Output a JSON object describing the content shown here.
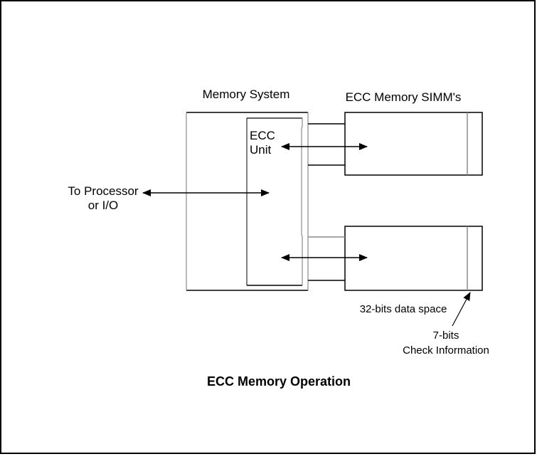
{
  "diagram": {
    "title": "ECC Memory Operation",
    "labels": {
      "memory_system": "Memory System",
      "ecc_simms": "ECC Memory SIMM's",
      "ecc_unit_line1": "ECC",
      "ecc_unit_line2": "Unit",
      "processor_line1": "To Processor",
      "processor_line2": "or I/O",
      "data_space": "32-bits data space",
      "check_bits_line1": "7-bits",
      "check_bits_line2": "Check Information"
    },
    "colors": {
      "line": "#000000",
      "gray_line": "#8a8a8a",
      "background": "#ffffff"
    },
    "nodes": [
      {
        "id": "memory-system",
        "label": "Memory System"
      },
      {
        "id": "ecc-unit",
        "label": "ECC Unit",
        "parent": "memory-system"
      },
      {
        "id": "simm-top",
        "label": "ECC Memory SIMM",
        "data_bits": 32,
        "check_bits": 7
      },
      {
        "id": "simm-bottom",
        "label": "ECC Memory SIMM",
        "data_bits": 32,
        "check_bits": 7
      },
      {
        "id": "processor",
        "label": "To Processor or I/O"
      }
    ],
    "edges": [
      {
        "from": "processor",
        "to": "memory-system",
        "direction": "bidirectional"
      },
      {
        "from": "ecc-unit",
        "to": "simm-top",
        "direction": "bidirectional"
      },
      {
        "from": "ecc-unit",
        "to": "simm-bottom",
        "direction": "bidirectional"
      }
    ]
  }
}
